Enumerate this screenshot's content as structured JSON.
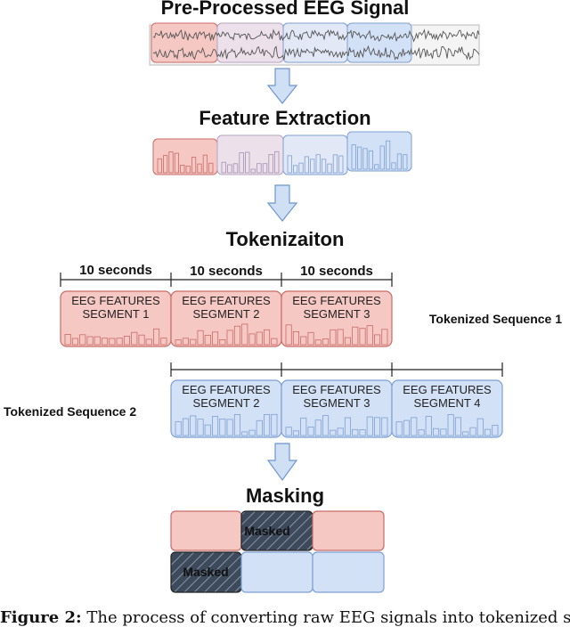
{
  "titles": {
    "preprocessed": "Pre-Processed EEG Signal",
    "feature_extraction": "Feature Extraction",
    "tokenization": "Tokenizaiton",
    "masking": "Masking"
  },
  "durations": [
    "10 seconds",
    "10 seconds",
    "10 seconds"
  ],
  "sequence1": {
    "label": "Tokenized Sequence 1",
    "segments": [
      {
        "line1": "EEG FEATURES",
        "line2": "SEGMENT 1"
      },
      {
        "line1": "EEG FEATURES",
        "line2": "SEGMENT 2"
      },
      {
        "line1": "EEG FEATURES",
        "line2": "SEGMENT 3"
      }
    ]
  },
  "sequence2": {
    "label": "Tokenized Sequence 2",
    "segments": [
      {
        "line1": "EEG FEATURES",
        "line2": "SEGMENT 2"
      },
      {
        "line1": "EEG FEATURES",
        "line2": "SEGMENT 3"
      },
      {
        "line1": "EEG FEATURES",
        "line2": "SEGMENT 4"
      }
    ]
  },
  "masking": {
    "row1": [
      "",
      "Masked",
      ""
    ],
    "row2": [
      "Masked",
      "",
      ""
    ]
  },
  "caption": {
    "label": "Figure 2:",
    "text": " The process of converting raw EEG signals into tokenized se-"
  },
  "colors": {
    "red_fill": "#f6c8c4",
    "red_stroke": "#c96b66",
    "blue_fill": "#d3e1f6",
    "blue_stroke": "#7d9fd3",
    "masked_fill": "#3d4a5c",
    "arrow_fill": "#cfe0f5",
    "arrow_stroke": "#6e95cf"
  }
}
